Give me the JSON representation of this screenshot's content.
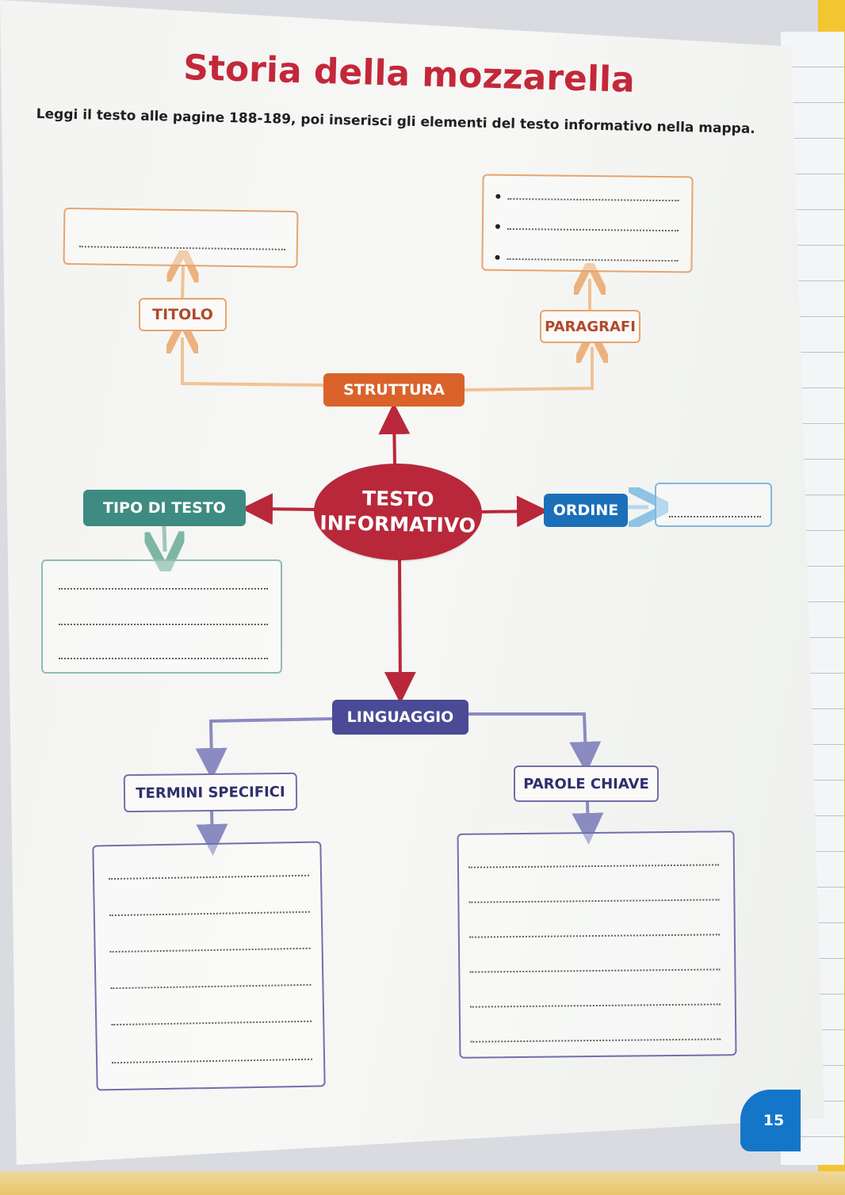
{
  "header": {
    "title": "Storia della mozzarella",
    "instruction": "Leggi il testo alle pagine 188-189, poi inserisci gli elementi del testo informativo nella mappa."
  },
  "map": {
    "center": {
      "line1": "TESTO",
      "line2": "INFORMATIVO"
    },
    "struttura": "STRUTTURA",
    "titolo": "TITOLO",
    "paragrafi": "PARAGRAFI",
    "tipo_di_testo": "TIPO DI TESTO",
    "ordine": "ORDINE",
    "linguaggio": "LINGUAGGIO",
    "termini_specifici": "TERMINI SPECIFICI",
    "parole_chiave": "PAROLE CHIAVE"
  },
  "footer": {
    "page_number": "15"
  },
  "colors": {
    "title": "#c3283a",
    "center": "#b8283a",
    "struttura": "#d9632a",
    "orange_outline": "#e7a46e",
    "green": "#3e8b82",
    "blue": "#1a6fb8",
    "purple": "#4a4a96",
    "page_tab": "#1476c8"
  }
}
